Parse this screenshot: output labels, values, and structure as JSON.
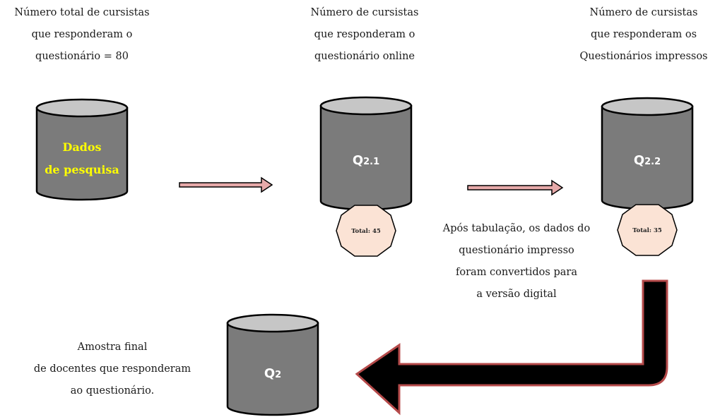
{
  "captions": {
    "total": [
      "Número total de cursistas",
      "que responderam o",
      "questionário = 80"
    ],
    "online": [
      "Número de cursistas",
      "que responderam o",
      "questionário online"
    ],
    "printed": [
      "Número de cursistas",
      "que responderam os",
      "Questionários impressos"
    ],
    "tabulation": [
      "Após tabulação, os dados do",
      "questionário impresso",
      "foram convertidos para",
      "a versão digital"
    ],
    "final": [
      "Amostra final",
      "de docentes que responderam",
      "ao questionário."
    ]
  },
  "cylinders": {
    "research": {
      "line1": "Dados",
      "line2": "de pesquisa"
    },
    "q21": {
      "main": "Q",
      "sub": "2.1"
    },
    "q22": {
      "main": "Q",
      "sub": "2.2"
    },
    "q2": {
      "main": "Q",
      "sub": "2"
    }
  },
  "badges": {
    "q21": "Total: 45",
    "q22": "Total: 35"
  },
  "colors": {
    "cylinder_body": "#7b7b7b",
    "cylinder_top": "#c6c6c6",
    "arrow_fill": "#e6a9a9",
    "big_arrow_fill": "#000000",
    "big_arrow_outline": "#b54a4a",
    "badge_fill": "#fbe3d5",
    "research_text": "#ffff00"
  }
}
